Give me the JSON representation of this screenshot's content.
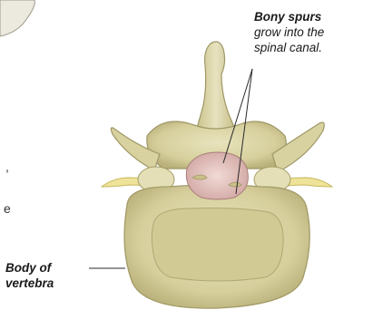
{
  "labels": {
    "spurs_title": "Bony spurs",
    "spurs_line1": "grow into the",
    "spurs_line2": "spinal canal.",
    "body_line1": "Body of",
    "body_line2": "vertebra"
  },
  "cut_off_text": [
    ",",
    "e"
  ],
  "colors": {
    "bone": "#dcd6a6",
    "bone_shadow": "#b7af76",
    "bone_highlight": "#eeebcb",
    "nerve": "#efe39a",
    "canal": "#e9c9c6",
    "leader": "#2b2b2b"
  }
}
